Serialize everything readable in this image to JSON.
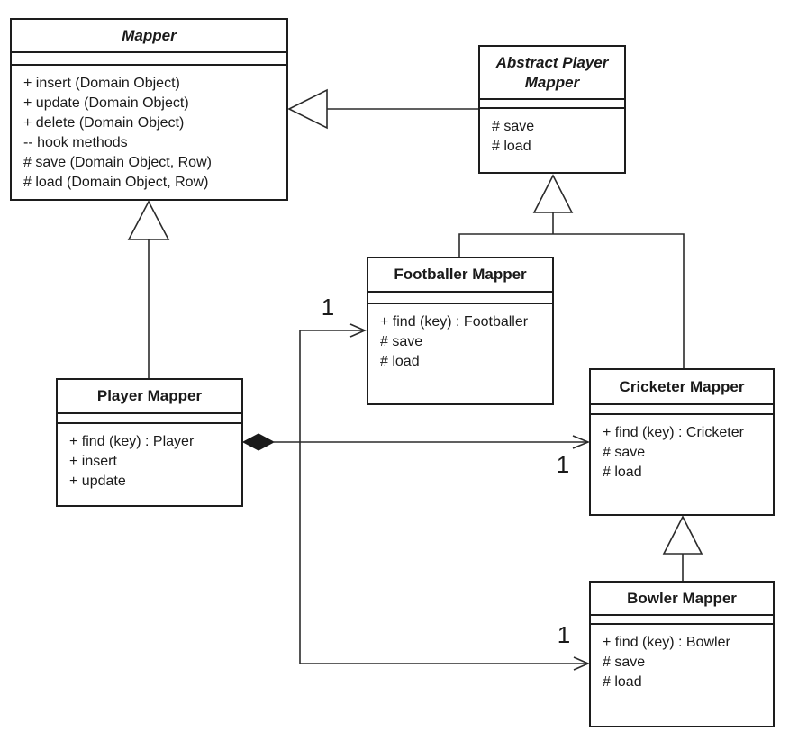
{
  "classes": {
    "mapper": {
      "name": "Mapper",
      "members": [
        "+ insert (Domain Object)",
        "+ update (Domain Object)",
        "+ delete (Domain Object)",
        "-- hook methods",
        "# save (Domain Object, Row)",
        "# load (Domain Object, Row)"
      ]
    },
    "abstract_player_mapper": {
      "name": "Abstract Player Mapper",
      "members": [
        "# save",
        "# load"
      ]
    },
    "footballer_mapper": {
      "name": "Footballer Mapper",
      "members": [
        "+ find (key) : Footballer",
        "# save",
        "# load"
      ]
    },
    "player_mapper": {
      "name": "Player Mapper",
      "members": [
        "+ find (key) : Player",
        "+ insert",
        "+ update"
      ]
    },
    "cricketer_mapper": {
      "name": "Cricketer Mapper",
      "members": [
        "+ find (key) : Cricketer",
        "# save",
        "# load"
      ]
    },
    "bowler_mapper": {
      "name": "Bowler Mapper",
      "members": [
        "+ find (key) : Bowler",
        "# save",
        "# load"
      ]
    }
  },
  "multiplicities": {
    "footballer": "1",
    "cricketer": "1",
    "bowler": "1"
  },
  "colors": {
    "line": "#2b2b2b",
    "text": "#1a1a1a",
    "background": "#ffffff"
  }
}
